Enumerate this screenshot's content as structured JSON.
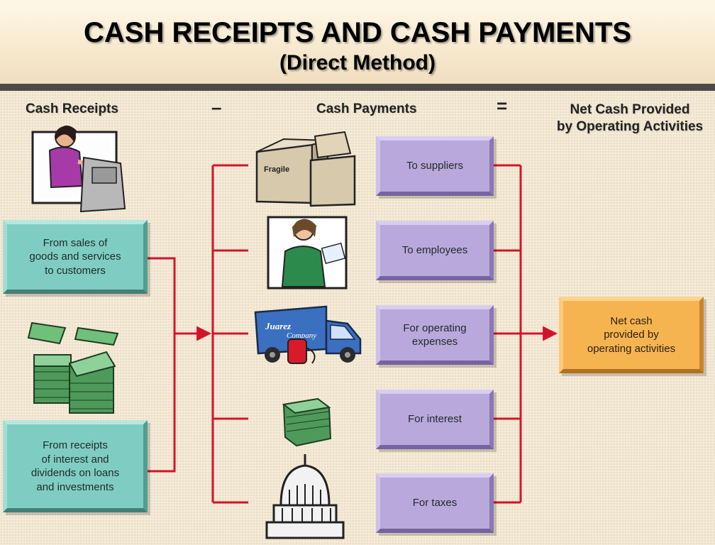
{
  "title": "CASH RECEIPTS AND CASH PAYMENTS",
  "subtitle": "(Direct Method)",
  "headers": {
    "receipts": "Cash Receipts",
    "minus": "–",
    "payments": "Cash Payments",
    "equals": "=",
    "net": "Net Cash Provided\nby Operating Activities"
  },
  "receipts": [
    {
      "label": "From sales of\ngoods and services\nto customers"
    },
    {
      "label": "From receipts\nof interest and\ndividends on loans\nand investments"
    }
  ],
  "payments": [
    {
      "label": "To suppliers"
    },
    {
      "label": "To employees"
    },
    {
      "label": "For operating\nexpenses"
    },
    {
      "label": "For interest"
    },
    {
      "label": "For taxes"
    }
  ],
  "result": {
    "label": "Net cash\nprovided by\noperating activities"
  },
  "illustrations": [
    "woman-at-register-icon",
    "boxes-icon",
    "employee-icon",
    "delivery-truck-icon",
    "money-stack-icon",
    "capitol-building-icon",
    "cash-bundles-icon"
  ],
  "colors": {
    "teal": "#7fcdc2",
    "purple": "#b9a8dc",
    "orange": "#f6b451",
    "line": "#d0152b"
  }
}
